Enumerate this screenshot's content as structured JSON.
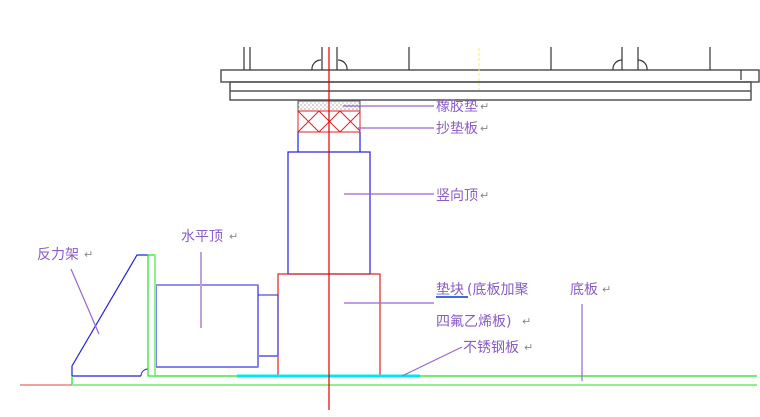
{
  "diagram": {
    "title": "",
    "colors": {
      "structure": "#555555",
      "centerline": "#e00000",
      "jack": "#2020e0",
      "jack_light": "#8080f0",
      "block": "#e02020",
      "green": "#20e020",
      "green_light": "#90f090",
      "cyan": "#00e8f0",
      "leader": "#9966cc",
      "label": "#8a5cc6",
      "yellow": "#f0f060"
    },
    "labels": {
      "rubber_pad": "橡胶垫",
      "shim_plate": "抄垫板",
      "vertical_jack": "竖向顶",
      "horizontal_jack": "水平顶",
      "reaction_frame": "反力架",
      "pad_block_line1_underlined": "垫块",
      "pad_block_line1_rest": "(底板加聚",
      "pad_block_line2": "四氟乙烯板)",
      "stainless_plate": "不锈钢板",
      "base_plate": "底板",
      "paragraph_mark": "↵"
    }
  }
}
